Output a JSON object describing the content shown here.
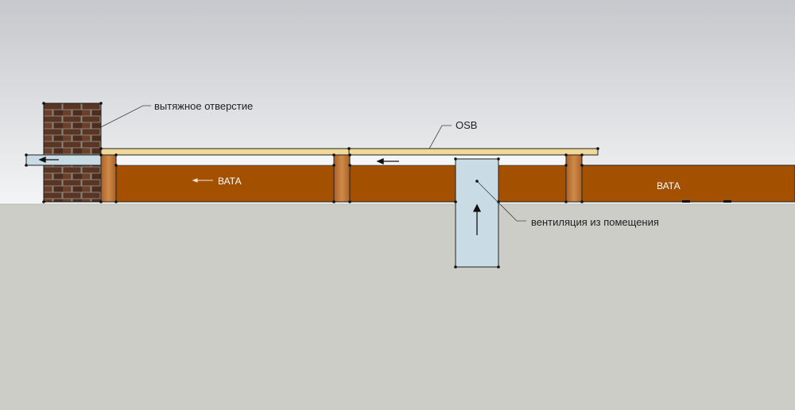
{
  "labels": {
    "exhaust_opening": "вытяжное отверстие",
    "osb": "OSB",
    "wool_left": "ВАТА",
    "wool_right": "ВАТА",
    "room_ventilation": "вентиляция из помещения"
  },
  "colors": {
    "sky_top": "#c9ccd0",
    "sky_bottom": "#f2f3f4",
    "ground": "#cdcdc8",
    "brick": "#5e3826",
    "mortar": "#8a857c",
    "osb": "#f0d79a",
    "wool": "#a35000",
    "joist": "#c07a3c",
    "duct": "#c9dce6"
  }
}
